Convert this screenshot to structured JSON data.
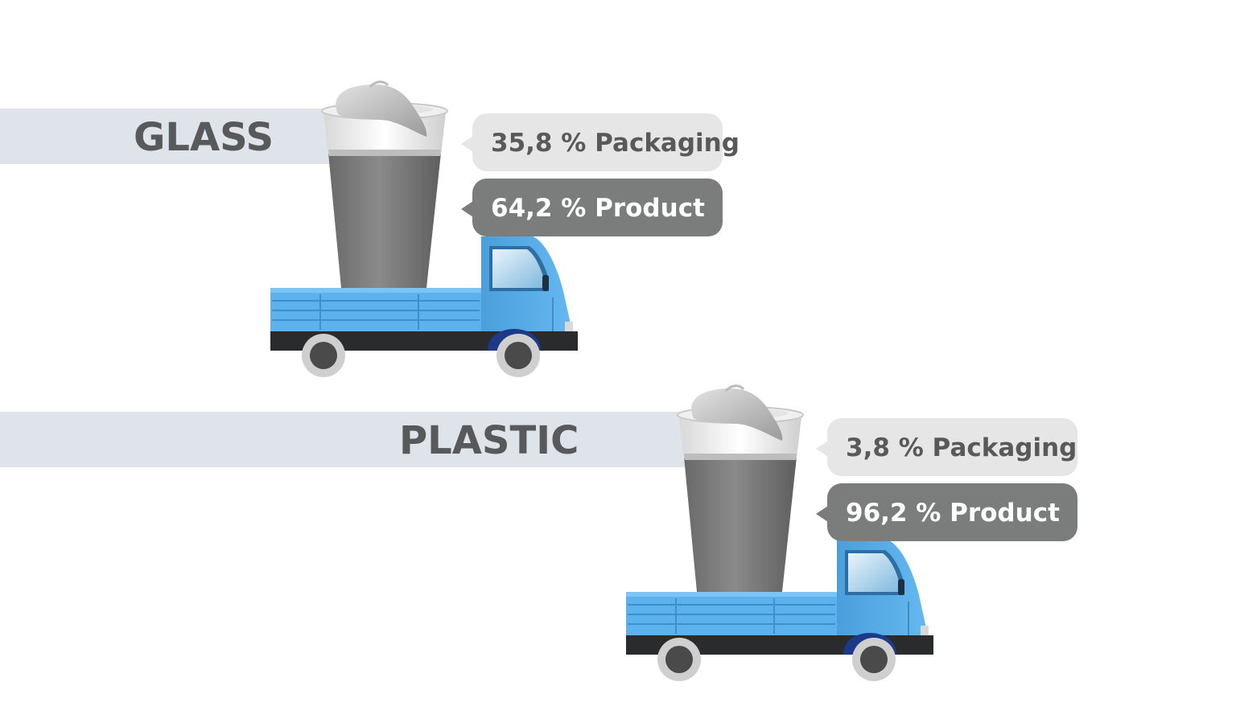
{
  "rows": [
    {
      "label": "GLASS",
      "packaging": "35,8 % Packaging",
      "product": "64,2 % Product"
    },
    {
      "label": "PLASTIC",
      "packaging": "3,8 % Packaging",
      "product": "96,2 % Product"
    }
  ],
  "icons": [
    "yogurt-cup-icon",
    "truck-icon"
  ],
  "colors": {
    "band": "#dfe3ea",
    "label_text": "#58595b",
    "bubble_light": "#e6e6e7",
    "bubble_dark": "#7b7c7c",
    "truck_body": "#55aeea",
    "truck_chassis": "#2a2b2d",
    "cup": "#737373"
  }
}
